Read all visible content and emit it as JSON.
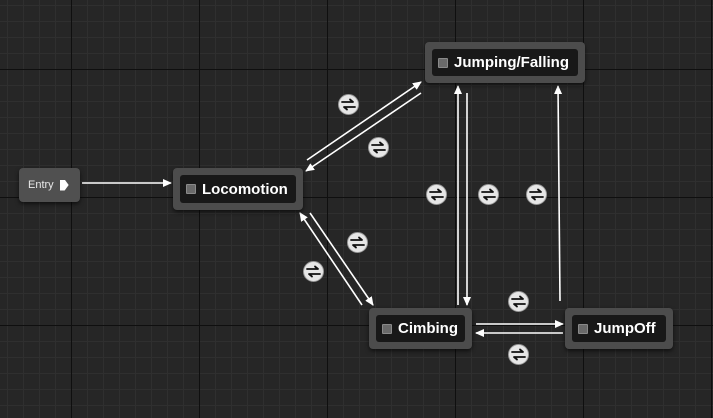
{
  "graph": {
    "entry": {
      "label": "Entry"
    },
    "states": {
      "locomotion": "Locomotion",
      "jumping_falling": "Jumping/Falling",
      "climbing": "Cimbing",
      "jump_off": "JumpOff"
    },
    "transition_icon": "transition-rule-icon",
    "colors": {
      "background": "#262626",
      "node": "#4c4c4c",
      "node_inner": "#181818",
      "wire": "#ffffff",
      "transition": "#e6e6e6"
    }
  }
}
